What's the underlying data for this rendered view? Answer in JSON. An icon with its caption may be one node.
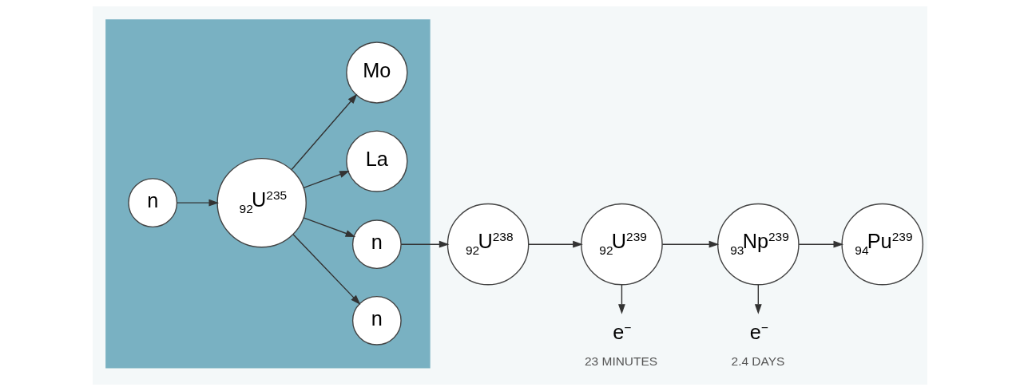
{
  "diagram": {
    "nodes": [
      {
        "text": [],
        "shape": "box"
      },
      {
        "text": [
          "n"
        ],
        "in": 0
      },
      {
        "text": [
          "$_{92}$U$^{235}$"
        ],
        "in": 0
      },
      {
        "text": [
          "n"
        ],
        "in": 0
      },
      {
        "text": [
          "n"
        ],
        "in": 0
      },
      {
        "text": [
          "La"
        ],
        "in": 0
      },
      {
        "text": [
          "Mo"
        ],
        "in": 0
      },
      {
        "text": [
          "$_{92}$U$^{238}$"
        ]
      },
      {
        "text": [
          "$_{92}$U$^{239}$"
        ]
      },
      {
        "text": [
          "$_{93}$Np$^{239}$"
        ]
      },
      {
        "text": [
          "$_{94}$Pu$^{239}$"
        ]
      },
      {
        "text": [
          "e$^{−}$"
        ],
        "beside": [
          "23 MINUTES"
        ]
      },
      {
        "text": [
          "e$^{−}$"
        ],
        "beside": [
          "2.4 DAYS"
        ]
      }
    ],
    "edges": [
      {
        "from": 1,
        "to": 2,
        "arrow": "to"
      },
      {
        "from": 2,
        "to": 3,
        "arrow": "to"
      },
      {
        "from": 2,
        "to": 4,
        "arrow": "to"
      },
      {
        "from": 2,
        "to": 5,
        "arrow": "to"
      },
      {
        "from": 2,
        "to": 6,
        "arrow": "to"
      },
      {
        "from": 4,
        "to": 7,
        "arrow": "to"
      },
      {
        "from": 7,
        "to": 8,
        "arrow": "to"
      },
      {
        "from": 8,
        "to": 9,
        "arrow": "to"
      },
      {
        "from": 9,
        "to": 10,
        "arrow": "to"
      },
      {
        "from": 8,
        "to": 11,
        "arrow": "to"
      },
      {
        "from": 9,
        "to": 12,
        "arrow": "to"
      }
    ]
  }
}
